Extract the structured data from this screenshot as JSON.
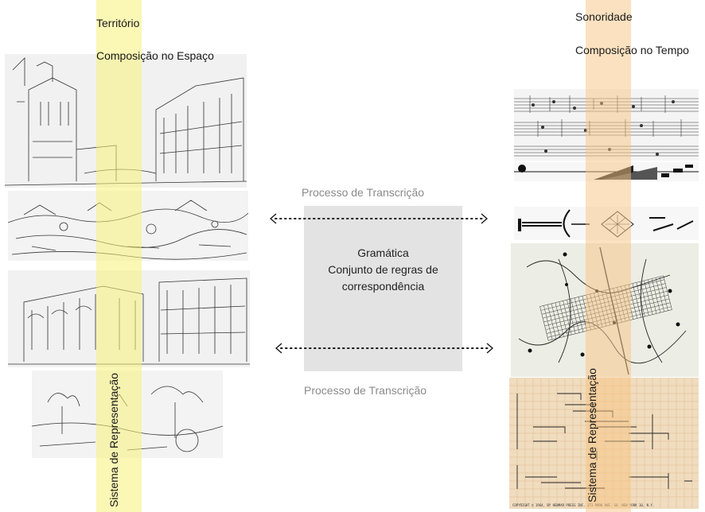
{
  "left": {
    "title": "Território",
    "subtitle": "Composição no Espaço",
    "vertical_label": "Sistema de Representação",
    "images": [
      "urban-sketch-church-square",
      "landscape-sketch-town-panorama",
      "urban-sketch-arcade-buildings",
      "landscape-sketch-trees-field"
    ],
    "band_color": "#f8f078"
  },
  "right": {
    "title": "Sonoridade",
    "subtitle": "Composição no Tempo",
    "vertical_label": "Sistema de Representação",
    "images": [
      "music-score-staff",
      "graphic-score-wedges",
      "graphic-score-symbols",
      "graphic-score-grid-curves",
      "graphic-score-grid-paper"
    ],
    "band_color": "#f8c482",
    "score_caption": "COPYRIGHT © 1964, BY HENMAR PRESS INC. 373 PARK AVE. SO. NEW YORK 10, N.Y."
  },
  "center": {
    "line1": "Gramática",
    "line2": "Conjunto de regras de",
    "line3": "correspondência",
    "process_top": "Processo de Transcrição",
    "process_bottom": "Processo de Transcrição"
  },
  "icons": [
    "arrow-dotted-double-icon",
    "arrow-dotted-double-icon"
  ]
}
